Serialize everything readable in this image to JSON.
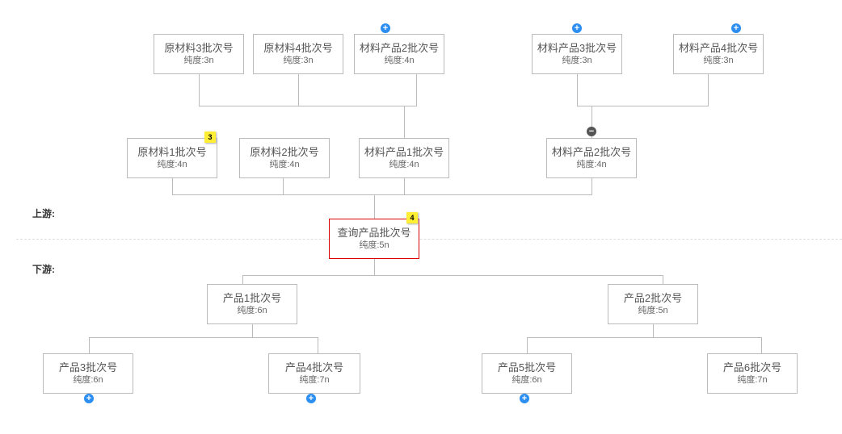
{
  "labels": {
    "upstream": "上游:",
    "downstream": "下游:"
  },
  "nodes": {
    "r3": {
      "title": "原材料3批次号",
      "purity": "纯度:3n"
    },
    "r4": {
      "title": "原材料4批次号",
      "purity": "纯度:3n"
    },
    "m2a": {
      "title": "材料产品2批次号",
      "purity": "纯度:4n"
    },
    "m3": {
      "title": "材料产品3批次号",
      "purity": "纯度:3n"
    },
    "m4": {
      "title": "材料产品4批次号",
      "purity": "纯度:3n"
    },
    "r1": {
      "title": "原材料1批次号",
      "purity": "纯度:4n",
      "badge": "3"
    },
    "r2": {
      "title": "原材料2批次号",
      "purity": "纯度:4n"
    },
    "m1": {
      "title": "材料产品1批次号",
      "purity": "纯度:4n"
    },
    "m2b": {
      "title": "材料产品2批次号",
      "purity": "纯度:4n"
    },
    "q": {
      "title": "查询产品批次号",
      "purity": "纯度:5n",
      "badge": "4"
    },
    "p1": {
      "title": "产品1批次号",
      "purity": "纯度:6n"
    },
    "p2": {
      "title": "产品2批次号",
      "purity": "纯度:5n"
    },
    "p3": {
      "title": "产品3批次号",
      "purity": "纯度:6n"
    },
    "p4": {
      "title": "产品4批次号",
      "purity": "纯度:7n"
    },
    "p5": {
      "title": "产品5批次号",
      "purity": "纯度:6n"
    },
    "p6": {
      "title": "产品6批次号",
      "purity": "纯度:7n"
    }
  }
}
